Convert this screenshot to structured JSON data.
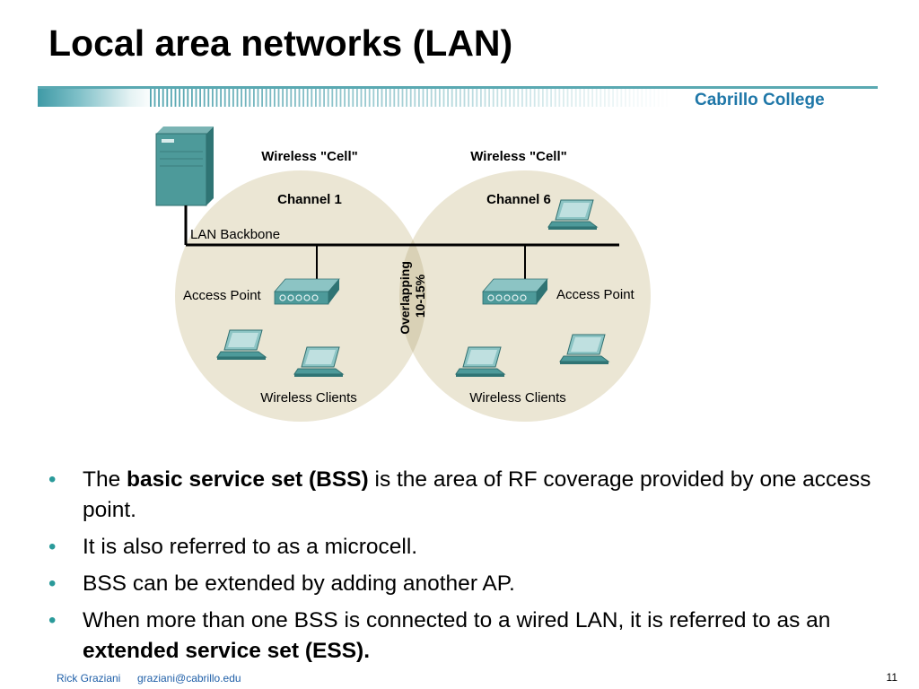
{
  "slide": {
    "title": "Local area networks (LAN)",
    "college": "Cabrillo College"
  },
  "diagram": {
    "cell_left": {
      "cell_label": "Wireless \"Cell\"",
      "channel": "Channel 1",
      "access_point": "Access Point",
      "clients": "Wireless Clients"
    },
    "cell_right": {
      "cell_label": "Wireless \"Cell\"",
      "channel": "Channel 6",
      "access_point": "Access Point",
      "clients": "Wireless Clients"
    },
    "backbone": "LAN Backbone",
    "overlap_line1": "Overlapping",
    "overlap_line2": "10-15%",
    "colors": {
      "cell_fill": "#ebe6d4",
      "overlap_fill": "#ddd6bd",
      "device_teal": "#4d9a9a"
    }
  },
  "bullets": [
    {
      "pre": "The ",
      "bold": "basic service set (BSS)",
      "post": " is the area of RF coverage provided by one access point."
    },
    {
      "text": "It is also referred to as a microcell."
    },
    {
      "text": "BSS can be extended by adding another AP."
    },
    {
      "pre": "When more than one BSS is connected to a wired LAN, it is referred to as an ",
      "bold": "extended service set (ESS)."
    }
  ],
  "footer": {
    "author": "Rick Graziani",
    "email": "graziani@cabrillo.edu",
    "page": "11"
  }
}
